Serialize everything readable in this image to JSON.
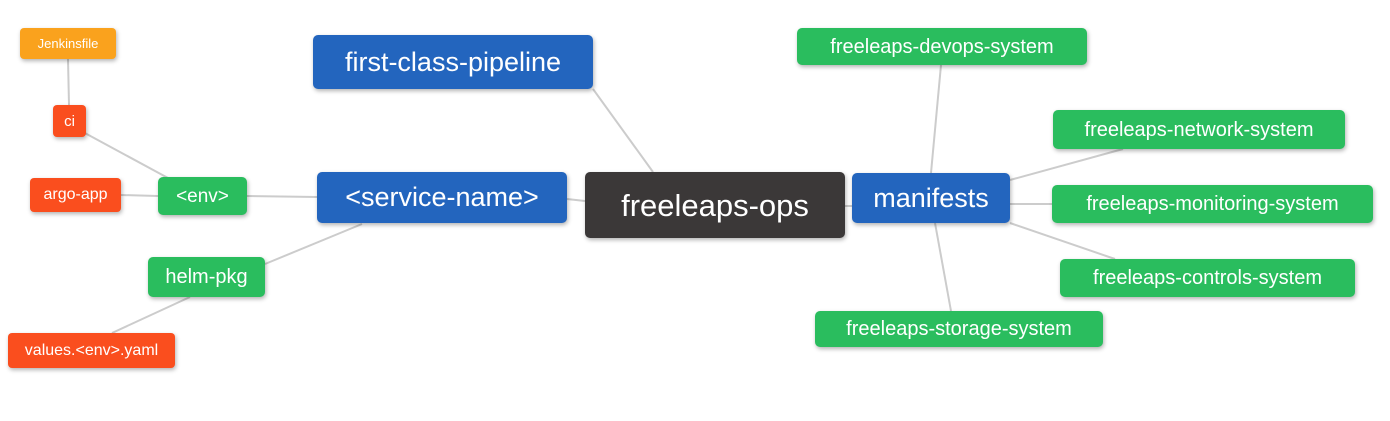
{
  "colors": {
    "root": "#3b3838",
    "level1": "#2365be",
    "level2": "#2abd5e",
    "level3": "#fa4e1e",
    "level4": "#faa21d",
    "edge": "#cccccc",
    "text": "#ffffff"
  },
  "nodes": {
    "freeleaps_ops": {
      "label": "freeleaps-ops"
    },
    "first_class_pipeline": {
      "label": "first-class-pipeline"
    },
    "service_name": {
      "label": "<service-name>"
    },
    "manifests": {
      "label": "manifests"
    },
    "env": {
      "label": "<env>"
    },
    "helm_pkg": {
      "label": "helm-pkg"
    },
    "ci": {
      "label": "ci"
    },
    "argo_app": {
      "label": "argo-app"
    },
    "values_env_yaml": {
      "label": "values.<env>.yaml"
    },
    "jenkinsfile": {
      "label": "Jenkinsfile"
    },
    "devops_system": {
      "label": "freeleaps-devops-system"
    },
    "network_system": {
      "label": "freeleaps-network-system"
    },
    "monitoring_system": {
      "label": "freeleaps-monitoring-system"
    },
    "controls_system": {
      "label": "freeleaps-controls-system"
    },
    "storage_system": {
      "label": "freeleaps-storage-system"
    }
  }
}
